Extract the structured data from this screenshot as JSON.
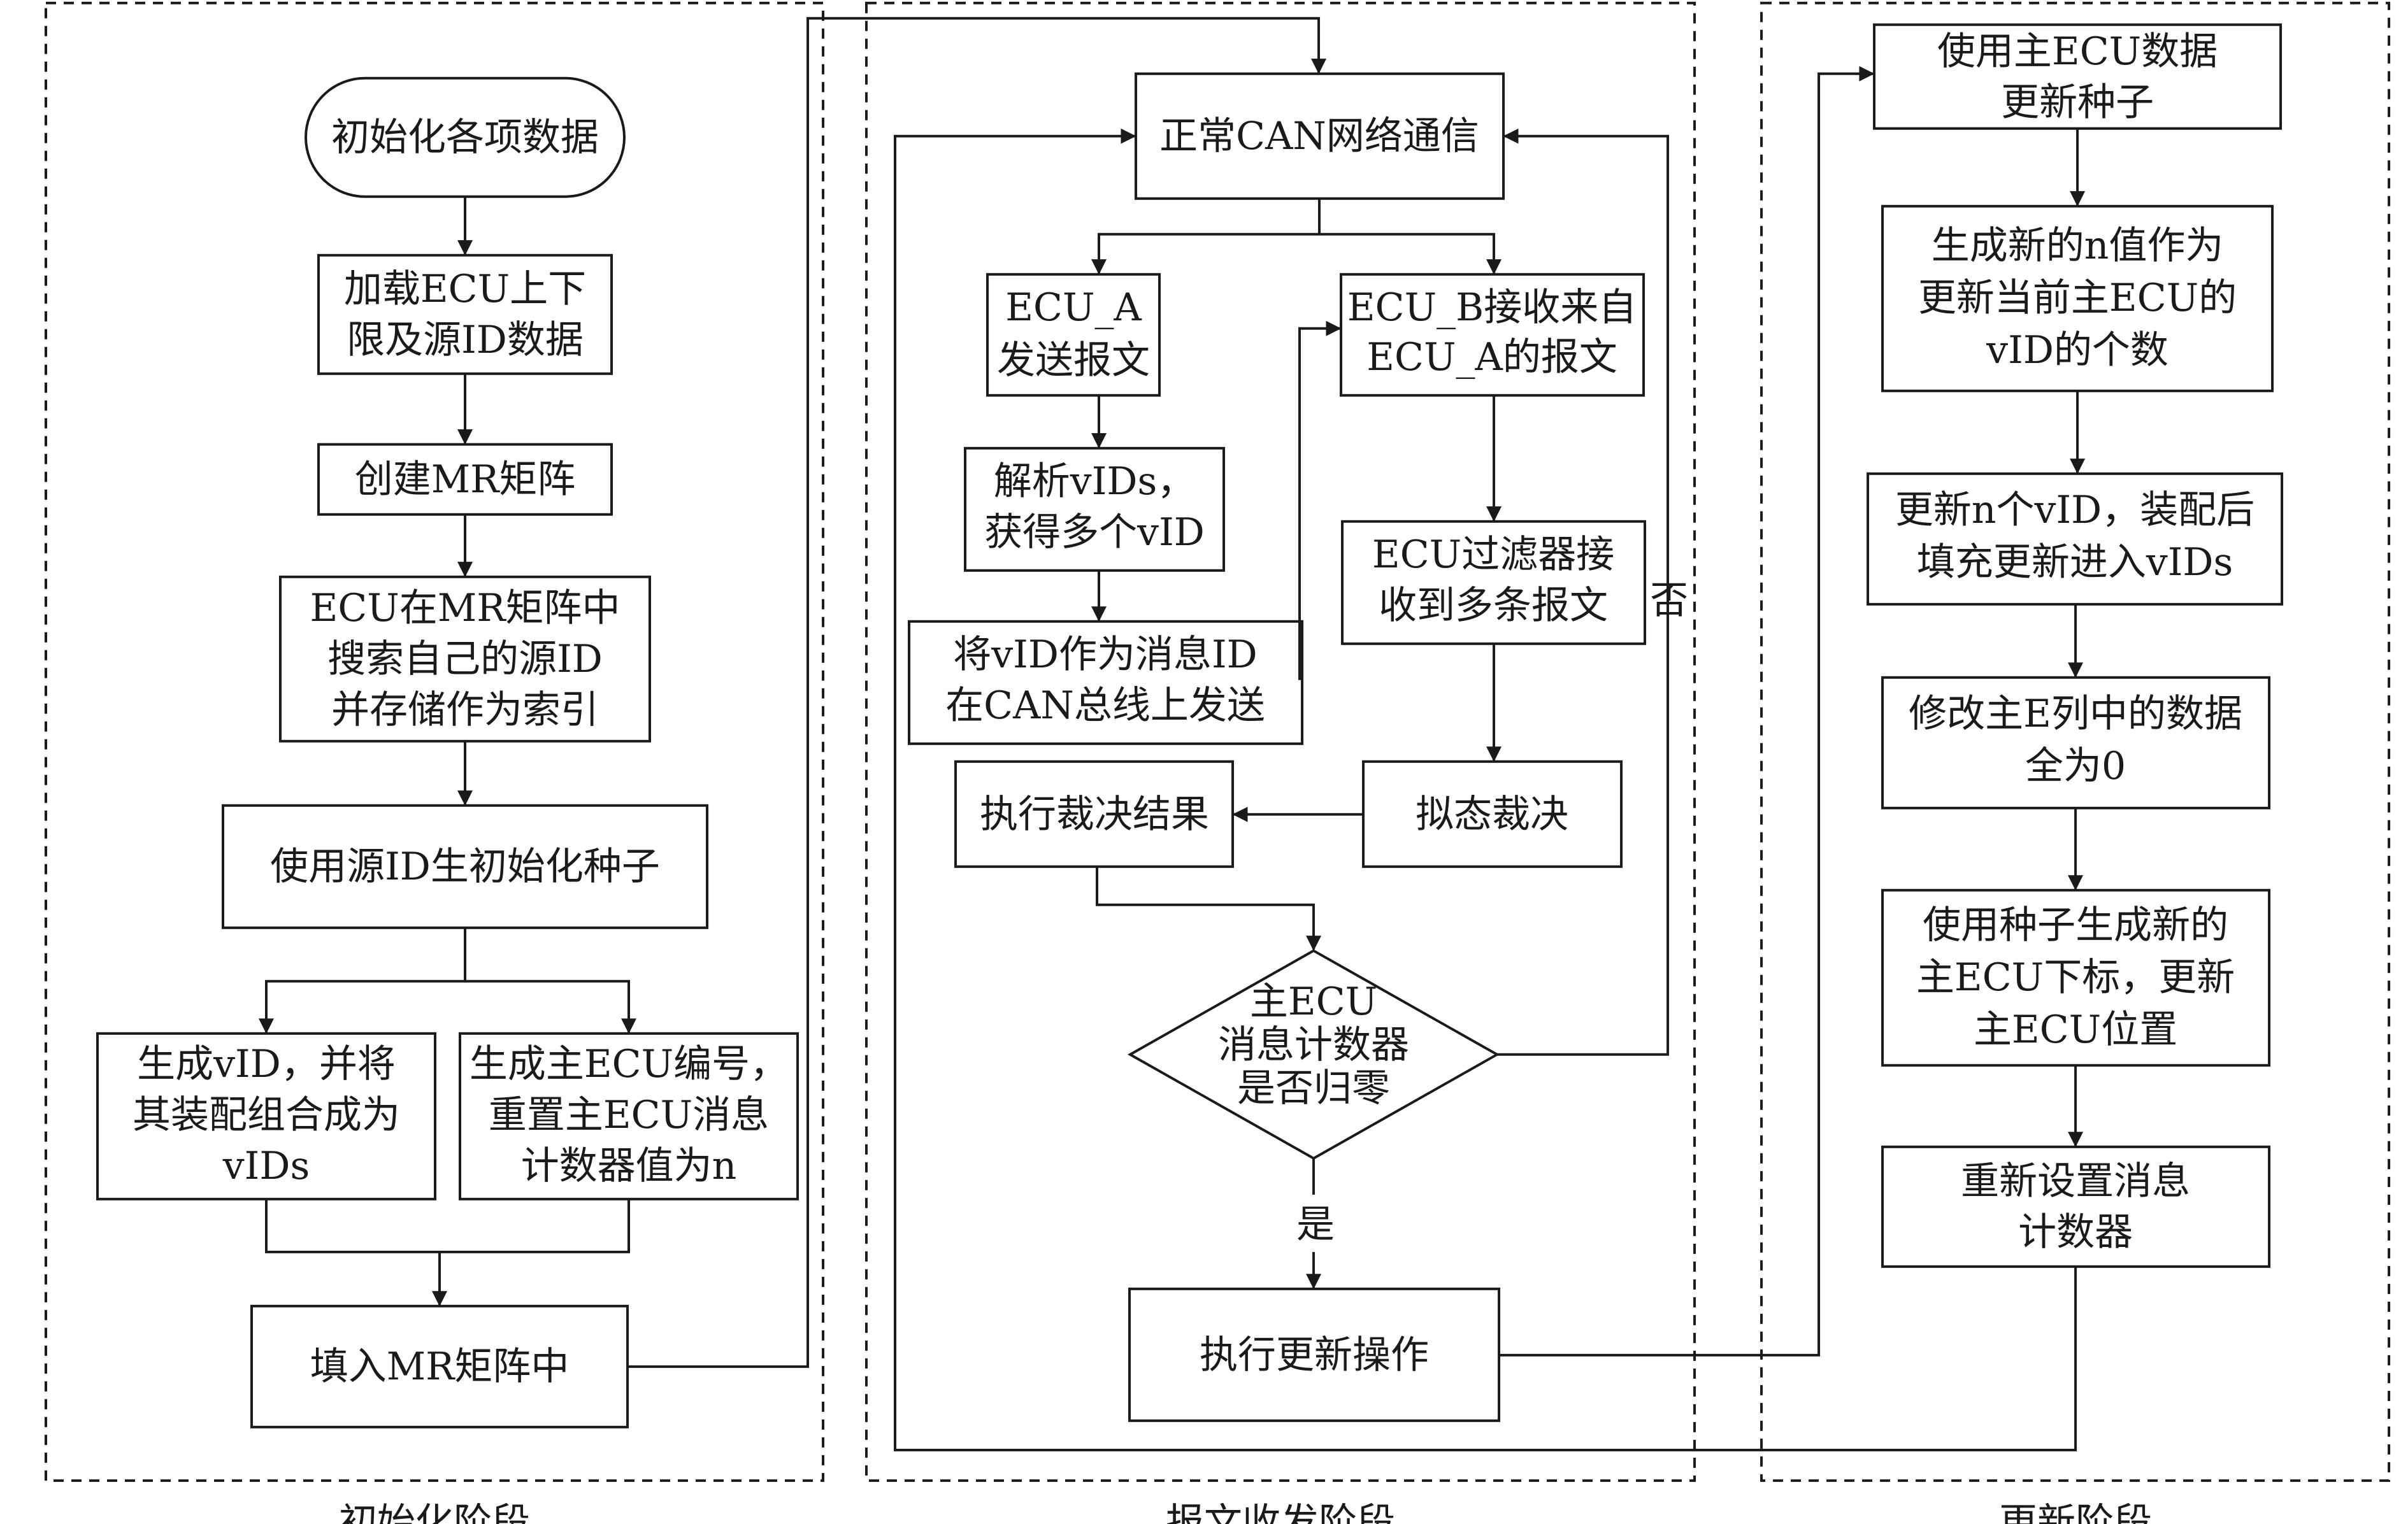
{
  "phases": {
    "init": "初始化阶段",
    "comm": "报文收发阶段",
    "update": "更新阶段"
  },
  "init": {
    "start": "初始化各项数据",
    "load": [
      "加载ECU上下",
      "限及源ID数据"
    ],
    "create": "创建MR矩阵",
    "search": [
      "ECU在MR矩阵中",
      "搜索自己的源ID",
      "并存储作为索引"
    ],
    "seed": "使用源ID生初始化种子",
    "gen_vid": [
      "生成vID，并将",
      "其装配组合成为",
      "vIDs"
    ],
    "gen_master": [
      "生成主ECU编号，",
      "重置主ECU消息",
      "计数器值为n"
    ],
    "fill": "填入MR矩阵中"
  },
  "comm": {
    "normal": "正常CAN网络通信",
    "ecua_send": [
      "ECU_A",
      "发送报文"
    ],
    "ecub_recv": [
      "ECU_B接收来自",
      "ECU_A的报文"
    ],
    "parse": [
      "解析vIDs，",
      "获得多个vID"
    ],
    "send_vid": [
      "将vID作为消息ID",
      "在CAN总线上发送"
    ],
    "filter": [
      "ECU过滤器接",
      "收到多条报文"
    ],
    "adjudicate": "拟态裁决",
    "execute": "执行裁决结果",
    "decision": [
      "主ECU",
      "消息计数器",
      "是否归零"
    ],
    "yes": "是",
    "no": "否",
    "update_op": "执行更新操作"
  },
  "update": {
    "update_seed": [
      "使用主ECU数据",
      "更新种子"
    ],
    "gen_n": [
      "生成新的n值作为",
      "更新当前主ECU的",
      "vID的个数"
    ],
    "update_vid": [
      "更新n个vID，装配后",
      "填充更新进入vIDs"
    ],
    "modify": [
      "修改主E列中的数据",
      "全为0"
    ],
    "new_master": [
      "使用种子生成新的",
      "主ECU下标，更新",
      "主ECU位置"
    ],
    "reset": [
      "重新设置消息",
      "计数器"
    ]
  }
}
